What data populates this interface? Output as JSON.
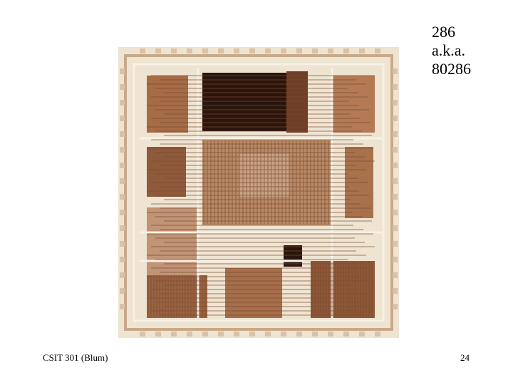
{
  "slide": {
    "title_lines": [
      "286",
      "a.k.a.",
      "80286"
    ],
    "footer": "CSIT 301 (Blum)",
    "page_number": "24"
  },
  "image": {
    "subject": "Intel 80286 microprocessor die photograph",
    "colors": {
      "background": "#efe4d2",
      "trace": "#8a5a3a",
      "dark_block": "#2a150d",
      "light_bus": "#f7f1e6"
    }
  }
}
